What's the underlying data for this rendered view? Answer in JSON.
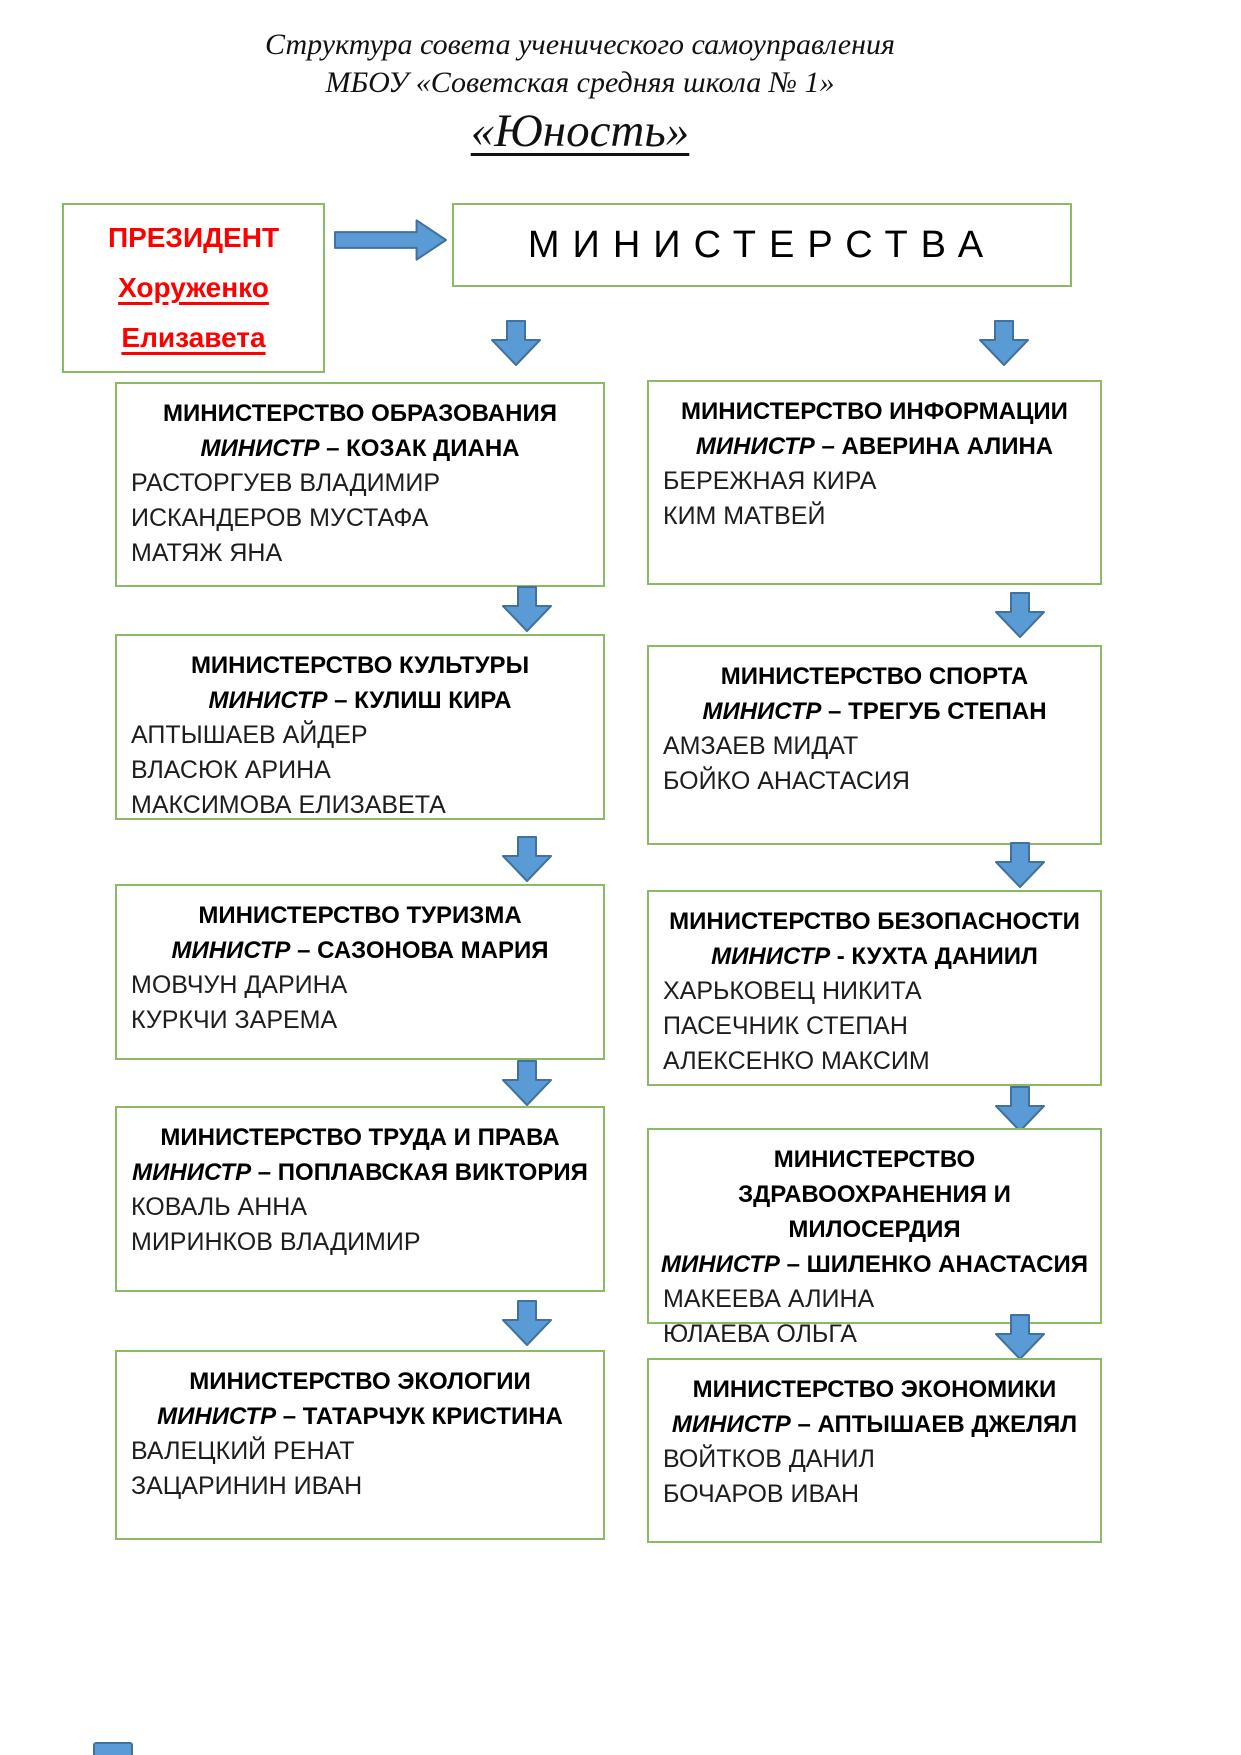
{
  "title": {
    "line1": "Структура совета ученического самоуправления",
    "line2": "МБОУ «Советская средняя школа № 1»",
    "line3": "«Юность»"
  },
  "president": {
    "role": "ПРЕЗИДЕНТ",
    "surname": "Хоруженко",
    "firstname": "Елизавета"
  },
  "ministries_label": "МИНИСТЕРСТВА",
  "ministries": [
    {
      "title": "МИНИСТЕРСТВО ОБРАЗОВАНИЯ",
      "minister_label": "МИНИСТР",
      "minister_rest": " – КОЗАК ДИАНА",
      "members": [
        "РАСТОРГУЕВ ВЛАДИМИР",
        "ИСКАНДЕРОВ МУСТАФА",
        "МАТЯЖ ЯНА"
      ]
    },
    {
      "title": "МИНИСТЕРСТВО КУЛЬТУРЫ",
      "minister_label": "МИНИСТР",
      "minister_rest": " – КУЛИШ КИРА",
      "members": [
        "АПТЫШАЕВ АЙДЕР",
        "ВЛАСЮК АРИНА",
        "МАКСИМОВА ЕЛИЗАВЕТА"
      ]
    },
    {
      "title": "МИНИСТЕРСТВО ТУРИЗМА",
      "minister_label": "МИНИСТР",
      "minister_rest": " – САЗОНОВА МАРИЯ",
      "members": [
        "МОВЧУН ДАРИНА",
        "КУРКЧИ ЗАРЕМА"
      ]
    },
    {
      "title": "МИНИСТЕРСТВО ТРУДА И ПРАВА",
      "minister_label": "МИНИСТР",
      "minister_rest": " – ПОПЛАВСКАЯ ВИКТОРИЯ",
      "members": [
        "КОВАЛЬ АННА",
        "МИРИНКОВ ВЛАДИМИР"
      ]
    },
    {
      "title": "МИНИСТЕРСТВО ЭКОЛОГИИ",
      "minister_label": "МИНИСТР",
      "minister_rest": " – ТАТАРЧУК КРИСТИНА",
      "members": [
        "ВАЛЕЦКИЙ РЕНАТ",
        "ЗАЦАРИНИН ИВАН"
      ]
    },
    {
      "title": "МИНИСТЕРСТВО ИНФОРМАЦИИ",
      "minister_label": "МИНИСТР",
      "minister_rest": " – АВЕРИНА АЛИНА",
      "members": [
        "БЕРЕЖНАЯ КИРА",
        "КИМ МАТВЕЙ"
      ]
    },
    {
      "title": "МИНИСТЕРСТВО СПОРТА",
      "minister_label": "МИНИСТР",
      "minister_rest": " – ТРЕГУБ СТЕПАН",
      "members": [
        "АМЗАЕВ МИДАТ",
        "БОЙКО АНАСТАСИЯ"
      ]
    },
    {
      "title": "МИНИСТЕРСТВО БЕЗОПАСНОСТИ",
      "minister_label": "МИНИСТР",
      "minister_rest": " - КУХТА ДАНИИЛ",
      "members": [
        "ХАРЬКОВЕЦ НИКИТА",
        "ПАСЕЧНИК СТЕПАН",
        "АЛЕКСЕНКО МАКСИМ"
      ]
    },
    {
      "title": "МИНИСТЕРСТВО ЗДРАВООХРАНЕНИЯ И МИЛОСЕРДИЯ",
      "minister_label": "МИНИСТР",
      "minister_rest": " – ШИЛЕНКО АНАСТАСИЯ",
      "members": [
        "МАКЕЕВА АЛИНА",
        "ЮЛАЕВА ОЛЬГА"
      ]
    },
    {
      "title": "МИНИСТЕРСТВО ЭКОНОМИКИ",
      "minister_label": "МИНИСТР",
      "minister_rest": " – АПТЫШАЕВ ДЖЕЛЯЛ",
      "members": [
        "ВОЙТКОВ ДАНИЛ",
        "БОЧАРОВ ИВАН"
      ]
    }
  ],
  "colors": {
    "box_border": "#8ABB64",
    "arrow_fill": "#5B9BD5",
    "arrow_stroke": "#41719C",
    "president_text": "#FF0000",
    "text": "#1D1D1D"
  }
}
